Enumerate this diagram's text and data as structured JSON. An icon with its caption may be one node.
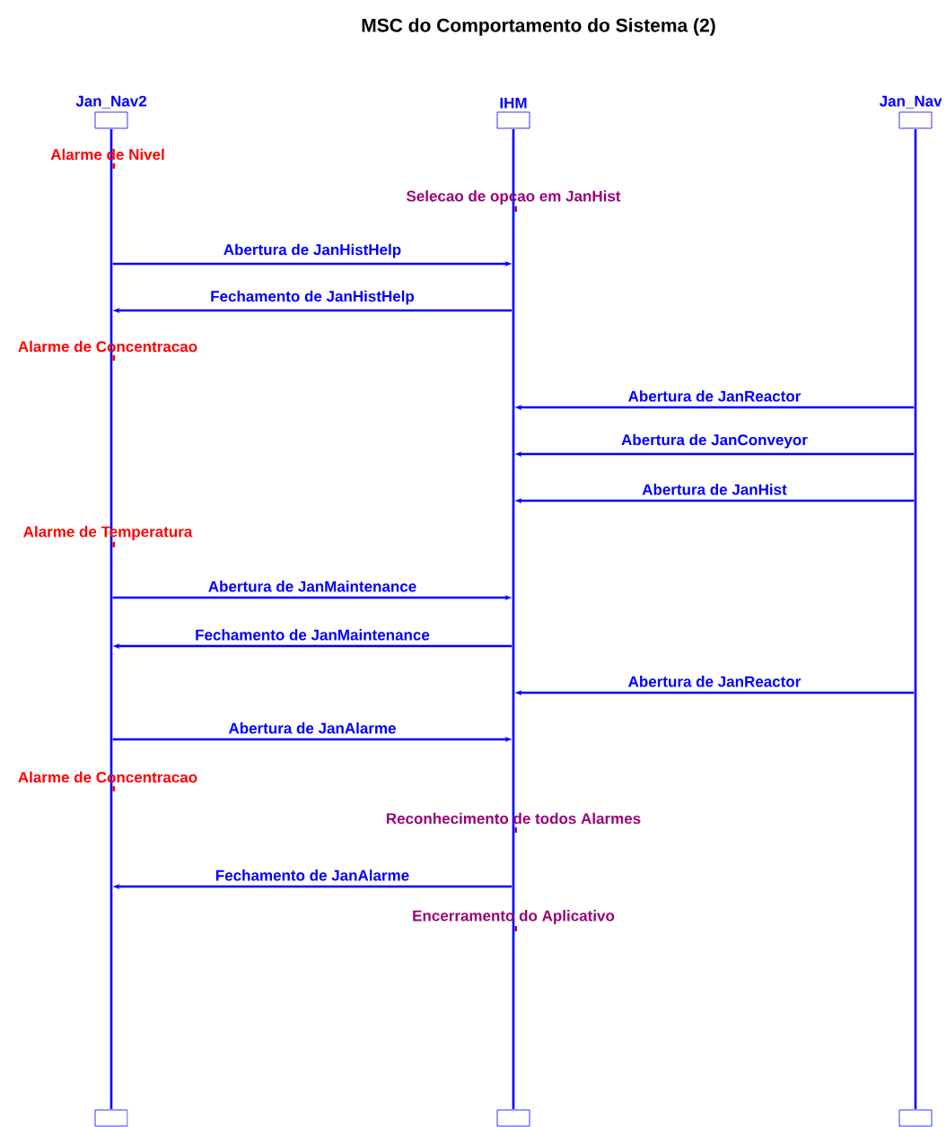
{
  "diagram": {
    "title": "MSC do Comportamento do Sistema (2)",
    "nodes": [
      {
        "text": [],
        "shape": "box",
        "beside": [
          "Jan_Nav2"
        ]
      },
      {
        "text": [],
        "shape": "box",
        "beside": [
          "IHM"
        ]
      },
      {
        "text": [],
        "shape": "box",
        "beside": [
          "Jan_Nav"
        ]
      },
      {
        "text": [],
        "shape": "bar"
      },
      {
        "text": [],
        "shape": "bar"
      },
      {
        "text": [],
        "shape": "bar"
      },
      {
        "text": [],
        "shape": "box"
      },
      {
        "text": [],
        "shape": "box"
      },
      {
        "text": [],
        "shape": "box"
      }
    ],
    "edges": [
      {
        "from": 3,
        "to": 4,
        "arrow": "to",
        "label": "Abertura de JanHistHelp"
      },
      {
        "from": 4,
        "to": 3,
        "arrow": "to",
        "label": "Fechamento de JanHistHelp"
      },
      {
        "from": 5,
        "to": 4,
        "arrow": "to",
        "label": "Abertura de JanReactor"
      },
      {
        "from": 5,
        "to": 4,
        "arrow": "to",
        "label": "Abertura de JanConveyor"
      },
      {
        "from": 5,
        "to": 4,
        "arrow": "to",
        "label": "Abertura de JanHist"
      },
      {
        "from": 3,
        "to": 4,
        "arrow": "to",
        "label": "Abertura de JanMaintenance"
      },
      {
        "from": 4,
        "to": 3,
        "arrow": "to",
        "label": "Fechamento de JanMaintenance"
      },
      {
        "from": 5,
        "to": 4,
        "arrow": "to",
        "label": "Abertura de JanReactor"
      },
      {
        "from": 3,
        "to": 4,
        "arrow": "to",
        "label": "Abertura de JanAlarme"
      },
      {
        "from": 4,
        "to": 3,
        "arrow": "to",
        "label": "Fechamento de JanAlarme"
      }
    ],
    "labels": [
      "Alarme de Nivel",
      "Selecao de opcao em JanHist",
      "Alarme de Concentracao",
      "Alarme de Temperatura",
      "Alarme de Concentracao",
      "Reconhecimento de todos Alarmes",
      "Encerramento do Aplicativo"
    ]
  }
}
